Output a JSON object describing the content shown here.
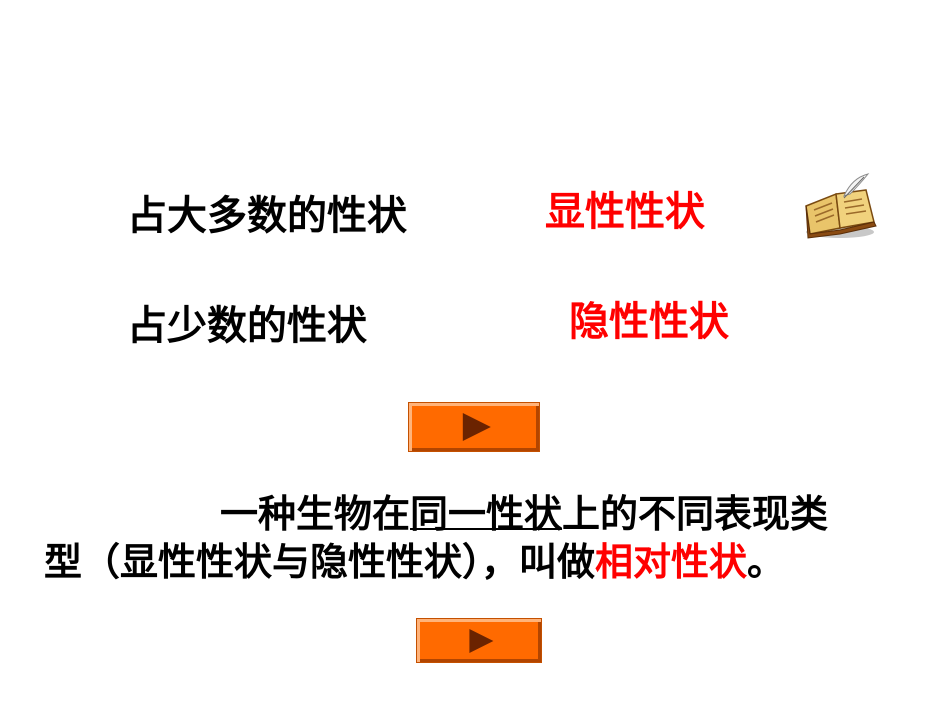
{
  "rows": [
    {
      "label": "占大多数的性状",
      "term": "显性性状"
    },
    {
      "label": "占少数的性状",
      "term": "隐性性状"
    }
  ],
  "paragraph": {
    "part1": "一种生物在",
    "underlined": "同一性状",
    "part2": "上的不同表现类型（显性性状与隐性性状），叫做",
    "highlight": "相对性状",
    "end": "。"
  },
  "icons": {
    "book": "open-book-with-quill-icon",
    "play": "play-triangle-icon"
  },
  "colors": {
    "text": "#000000",
    "accent": "#ff0000",
    "button": "#ff6a00"
  }
}
